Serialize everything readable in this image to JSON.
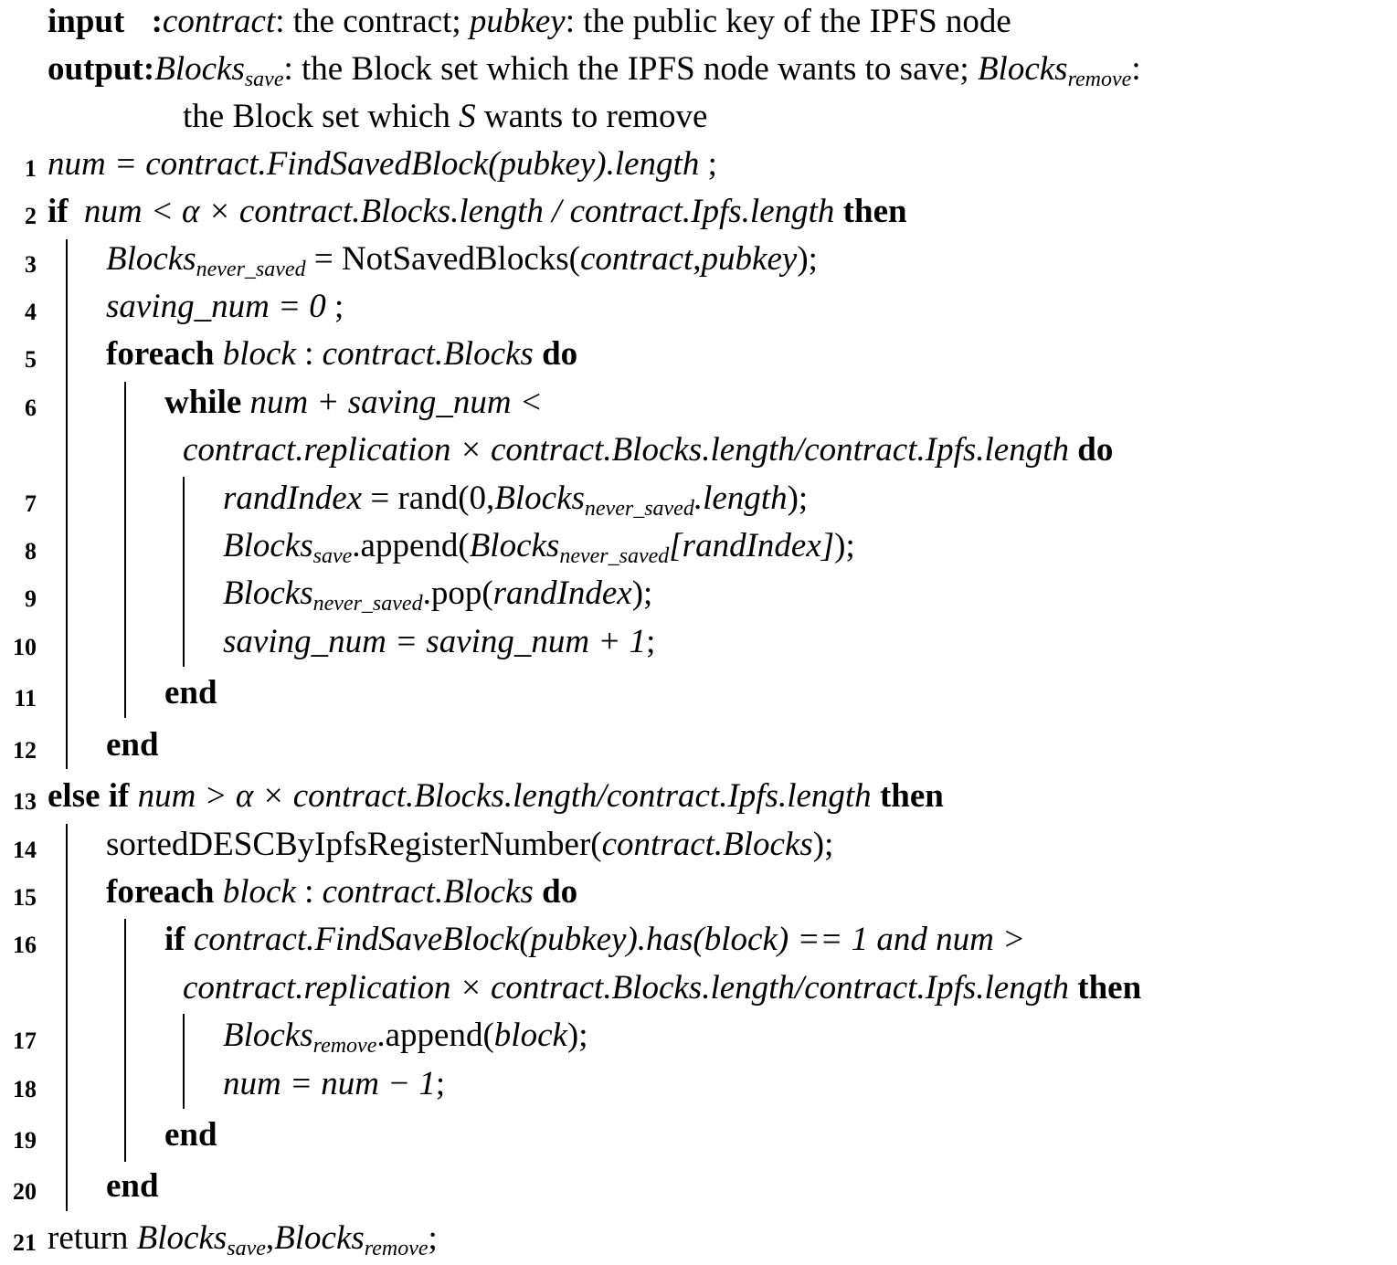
{
  "header": {
    "input_kw": "input",
    "input_colon": ":",
    "input_contract": "contract",
    "input_contract_desc": ": the contract; ",
    "input_pubkey": "pubkey",
    "input_pubkey_desc": ": the public key of the IPFS node",
    "output_kw": "output",
    "output_colon": ":",
    "output_blocks": "Blocks",
    "output_save_sub": "save",
    "output_save_desc": ": the Block set which the IPFS node wants to save; ",
    "output_remove_sub": "remove",
    "output_remove_colon": ":",
    "output_cont_pre": "the Block set which ",
    "output_cont_s": "S",
    "output_cont_post": " wants to remove"
  },
  "line_numbers": [
    "1",
    "2",
    "3",
    "4",
    "5",
    "6",
    "7",
    "8",
    "9",
    "10",
    "11",
    "12",
    "13",
    "14",
    "15",
    "16",
    "17",
    "18",
    "19",
    "20",
    "21"
  ],
  "lines": {
    "l1": {
      "a": "num = contract.FindSavedBlock(pubkey).length",
      "b": " ;"
    },
    "l2": {
      "kw": "if",
      "a": "num < α × contract.Blocks.length / contract.Ipfs.length",
      "kw2": "then"
    },
    "l3": {
      "a": "Blocks",
      "sub": "never_saved",
      "b": " = NotSavedBlocks(",
      "c": "contract",
      "d": ",",
      "e": "pubkey",
      "f": ");"
    },
    "l4": {
      "a": "saving_num = 0",
      "b": " ;"
    },
    "l5": {
      "kw": "foreach",
      "a": "block",
      "b": " : ",
      "c": "contract.Blocks",
      "kw2": "do"
    },
    "l6": {
      "kw": "while",
      "a": "num + saving_num <"
    },
    "l6b": {
      "a": "contract.replication × contract.Blocks.length/contract.Ipfs.length",
      "kw2": "do"
    },
    "l7": {
      "a": "randIndex",
      "b": " = rand(0,",
      "c": "Blocks",
      "sub": "never_saved",
      "d": ".length",
      "e": ");"
    },
    "l8": {
      "a": "Blocks",
      "sub": "save",
      "b": ".append(",
      "c": "Blocks",
      "sub2": "never_saved",
      "d": "[randIndex]",
      "e": ");"
    },
    "l9": {
      "a": "Blocks",
      "sub": "never_saved",
      "b": ".pop(",
      "c": "randIndex",
      "d": ");"
    },
    "l10": {
      "a": "saving_num = saving_num + 1",
      "b": ";"
    },
    "l11": {
      "kw": "end"
    },
    "l12": {
      "kw": "end"
    },
    "l13": {
      "kw": "else if",
      "a": "num > α × contract.Blocks.length/contract.Ipfs.length",
      "kw2": "then"
    },
    "l14": {
      "a": "sortedDESCByIpfsRegisterNumber(",
      "b": "contract.Blocks",
      "c": ");"
    },
    "l15": {
      "kw": "foreach",
      "a": "block",
      "b": " : ",
      "c": "contract.Blocks",
      "kw2": "do"
    },
    "l16": {
      "kw": "if",
      "a": "contract.FindSaveBlock(pubkey).has(block) == 1 and num >"
    },
    "l16b": {
      "a": "contract.replication × contract.Blocks.length/contract.Ipfs.length",
      "kw2": "then"
    },
    "l17": {
      "a": "Blocks",
      "sub": "remove",
      "b": ".append(",
      "c": "block",
      "d": ");"
    },
    "l18": {
      "a": "num = num − 1",
      "b": ";"
    },
    "l19": {
      "kw": "end"
    },
    "l20": {
      "kw": "end"
    },
    "l21": {
      "a": "return ",
      "b": "Blocks",
      "sub": "save",
      "c": ",",
      "d": "Blocks",
      "sub2": "remove",
      "e": ";"
    }
  }
}
